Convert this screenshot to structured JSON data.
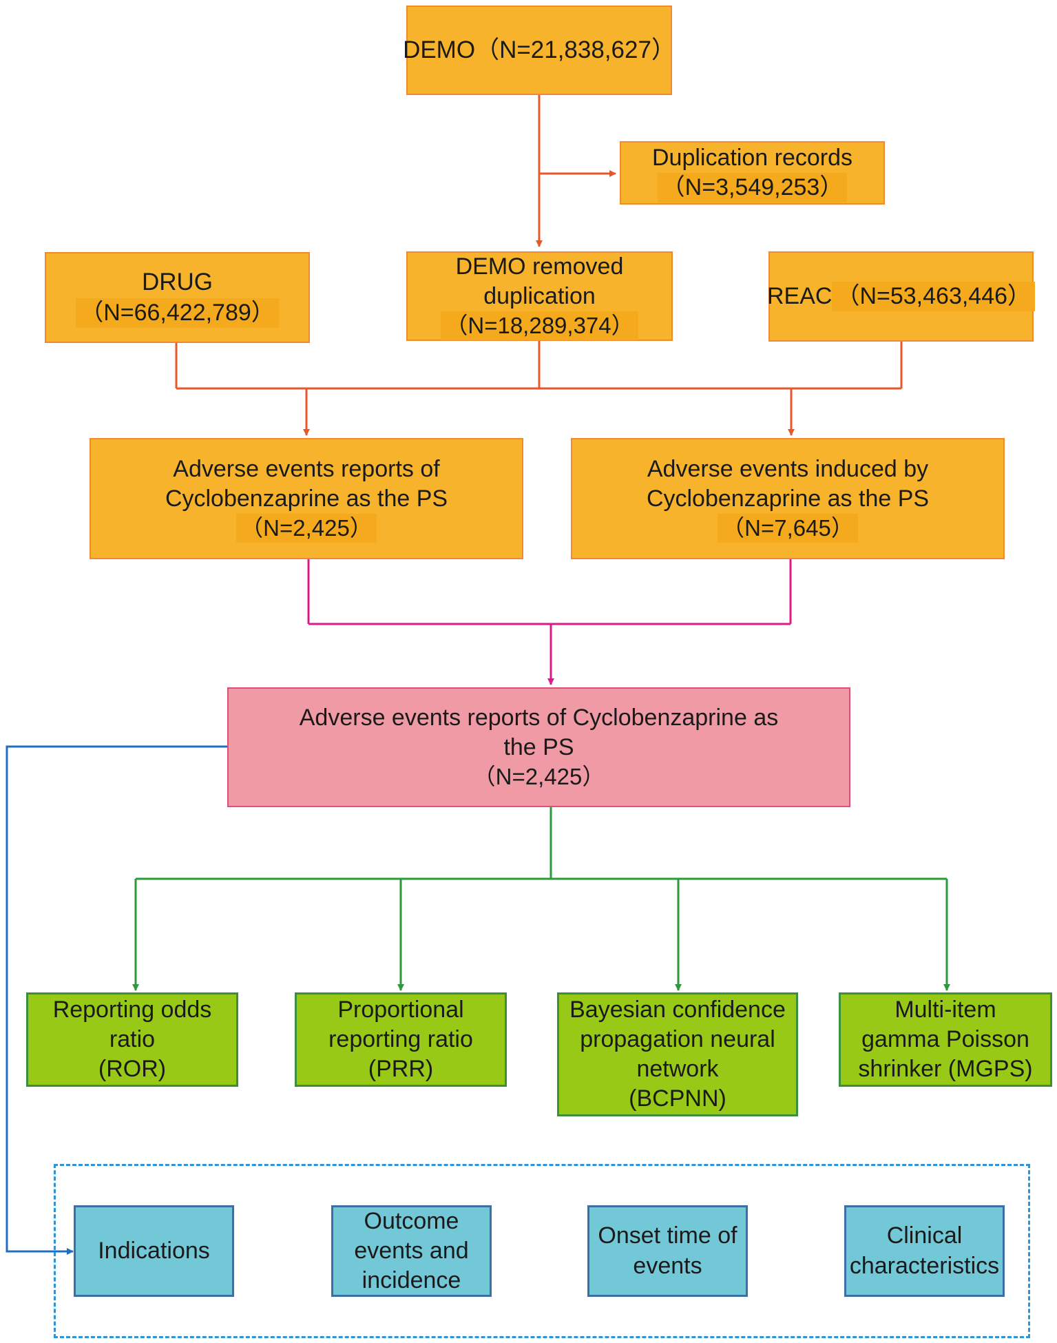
{
  "flow": {
    "demo": {
      "label": "DEMO",
      "count": "（N=21,838,627）"
    },
    "duplicates": {
      "label": "Duplication records",
      "count": "（N=3,549,253）"
    },
    "drug": {
      "label": "DRUG",
      "count": "（N=66,422,789）"
    },
    "demo_removed": {
      "line1": "DEMO removed",
      "line2": "duplication",
      "count": "（N=18,289,374）"
    },
    "reac": {
      "label": "REAC",
      "count": "（N=53,463,446）"
    },
    "ae_reports": {
      "line1": "Adverse events reports of",
      "line2": "Cyclobenzaprine as the PS",
      "count": "（N=2,425）"
    },
    "ae_induced": {
      "line1": "Adverse events induced by",
      "line2": "Cyclobenzaprine as the PS",
      "count": "（N=7,645）"
    },
    "combined": {
      "line1": "Adverse events reports of  Cyclobenzaprine as",
      "line2": "the PS",
      "count": "（N=2,425）"
    }
  },
  "methods": [
    {
      "lines": [
        "Reporting odds",
        "ratio",
        "(ROR)"
      ]
    },
    {
      "lines": [
        "Proportional",
        "reporting ratio",
        "(PRR)"
      ]
    },
    {
      "lines": [
        "Bayesian confidence",
        "propagation neural",
        "network",
        "(BCPNN)"
      ]
    },
    {
      "lines": [
        "Multi-item",
        "gamma Poisson",
        "shrinker (MGPS)"
      ]
    }
  ],
  "analyses": [
    {
      "lines": [
        "Indications"
      ]
    },
    {
      "lines": [
        "Outcome",
        "events and",
        "incidence"
      ]
    },
    {
      "lines": [
        "Onset time of",
        "events"
      ]
    },
    {
      "lines": [
        "Clinical",
        "characteristics"
      ]
    }
  ],
  "colors": {
    "orange_fill": "#f7b32b",
    "orange_arrow": "#e8562a",
    "pink_fill": "#f09aa6",
    "magenta_arrow": "#e0198a",
    "green_fill": "#98c917",
    "green_arrow": "#2a9a3a",
    "blue_fill": "#73c8d8",
    "blue_arrow": "#1f6fc0",
    "dashed_border": "#2f95d8"
  }
}
